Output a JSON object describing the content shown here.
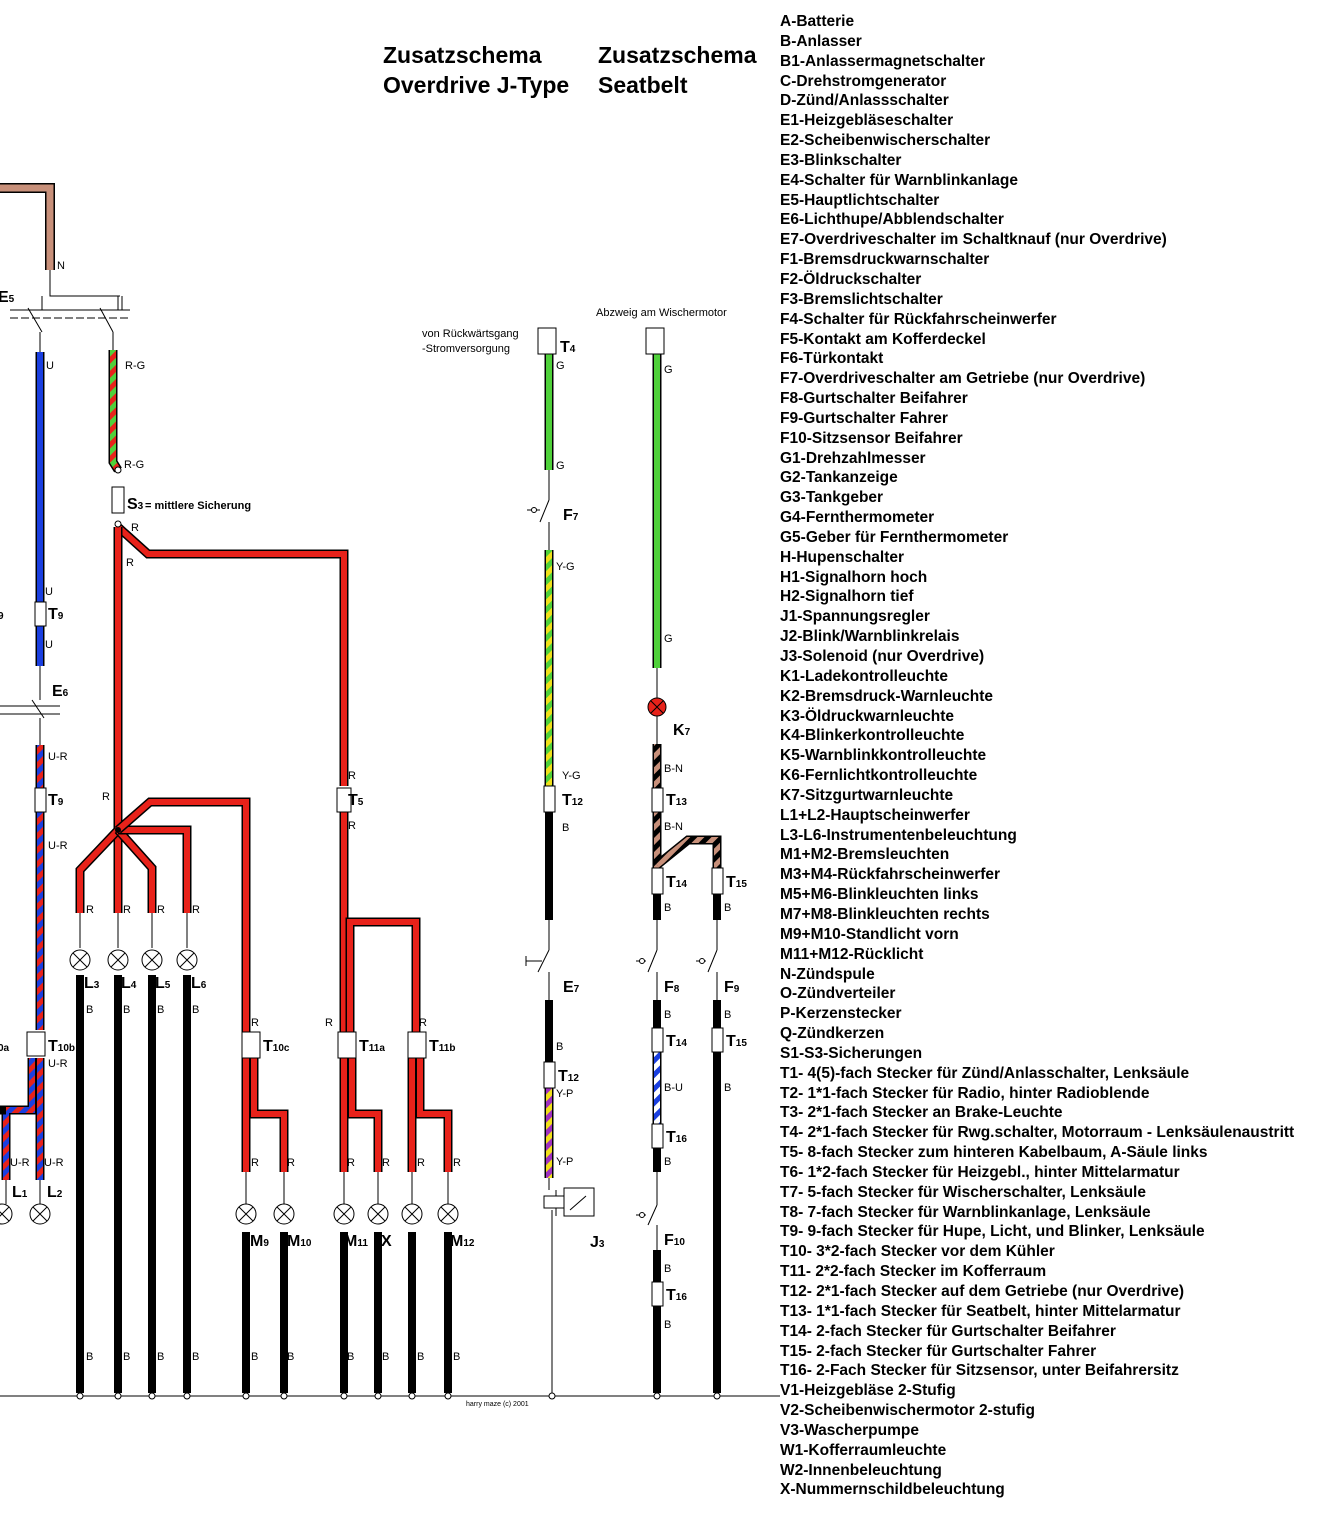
{
  "titles": {
    "overdrive_line1": "Zusatzschema",
    "overdrive_line2": "Overdrive J-Type",
    "seatbelt_line1": "Zusatzschema",
    "seatbelt_line2": "Seatbelt"
  },
  "notes": {
    "reverse_supply_line1": "von Rückwärtsgang",
    "reverse_supply_line2": "-Stromversorgung",
    "wiper_branch": "Abzweig am Wischermotor",
    "fuse_note": "= mittlere Sicherung",
    "credit": "harry maze (c) 2001"
  },
  "colors": {
    "brown": "#c8907a",
    "blue": "#1a3fe0",
    "red": "#e8221a",
    "green": "#4fd13a",
    "yellow": "#f0e01a",
    "purple": "#a030c0",
    "black": "#000000",
    "white": "#ffffff",
    "lamp_red": "#e8221a"
  },
  "components": {
    "E5": "E",
    "E5_sub": "5",
    "E6": "E",
    "E6_sub": "6",
    "E7": "E",
    "E7_sub": "7",
    "S3": "S",
    "S3_sub": "3",
    "T4": "T",
    "T4_sub": "4",
    "T5": "T",
    "T5_sub": "5",
    "T9a": "T",
    "T9a_sub": "9",
    "T9b": "T",
    "T9b_sub": "9",
    "T10a_sub": "0a",
    "T10b": "T",
    "T10b_sub": "10b",
    "T10c": "T",
    "T10c_sub": "10c",
    "T11a": "T",
    "T11a_sub": "11a",
    "T11b": "T",
    "T11b_sub": "11b",
    "T12a": "T",
    "T12a_sub": "12",
    "T12b": "T",
    "T12b_sub": "12",
    "T13": "T",
    "T13_sub": "13",
    "T14a": "T",
    "T14a_sub": "14",
    "T14b": "T",
    "T14b_sub": "14",
    "T15a": "T",
    "T15a_sub": "15",
    "T15b": "T",
    "T15b_sub": "15",
    "T16a": "T",
    "T16a_sub": "16",
    "T16b": "T",
    "T16b_sub": "16",
    "F7": "F",
    "F7_sub": "7",
    "F8": "F",
    "F8_sub": "8",
    "F9": "F",
    "F9_sub": "9",
    "F10": "F",
    "F10_sub": "10",
    "J3": "J",
    "J3_sub": "3",
    "K7": "K",
    "K7_sub": "7",
    "L1": "L",
    "L1_sub": "1",
    "L2": "L",
    "L2_sub": "2",
    "L3": "L",
    "L3_sub": "3",
    "L4": "L",
    "L4_sub": "4",
    "L5": "L",
    "L5_sub": "5",
    "L6": "L",
    "L6_sub": "6",
    "M9": "M",
    "M9_sub": "9",
    "M10": "M",
    "M10_sub": "10",
    "M11": "M",
    "M11_sub": "11",
    "M12": "M",
    "M12_sub": "12",
    "X": "X",
    "left_9": "9"
  },
  "wire_labels": {
    "N": "N",
    "U": "U",
    "RG": "R-G",
    "R": "R",
    "UR": "U-R",
    "G": "G",
    "YG": "Y-G",
    "B": "B",
    "BN": "B-N",
    "BU": "B-U",
    "YP": "Y-P"
  },
  "legend": [
    "A-Batterie",
    "B-Anlasser",
    "B1-Anlassermagnetschalter",
    "C-Drehstromgenerator",
    "D-Zünd/Anlassschalter",
    "E1-Heizgebläseschalter",
    "E2-Scheibenwischerschalter",
    "E3-Blinkschalter",
    "E4-Schalter für Warnblinkanlage",
    "E5-Hauptlichtschalter",
    "E6-Lichthupe/Abblendschalter",
    "E7-Overdriveschalter im Schaltknauf (nur Overdrive)",
    "F1-Bremsdruckwarnschalter",
    "F2-Öldruckschalter",
    "F3-Bremslichtschalter",
    "F4-Schalter für Rückfahrscheinwerfer",
    "F5-Kontakt am Kofferdeckel",
    "F6-Türkontakt",
    "F7-Overdriveschalter am Getriebe (nur Overdrive)",
    "F8-Gurtschalter Beifahrer",
    "F9-Gurtschalter Fahrer",
    "F10-Sitzsensor Beifahrer",
    "G1-Drehzahlmesser",
    "G2-Tankanzeige",
    "G3-Tankgeber",
    "G4-Fernthermometer",
    "G5-Geber für Fernthermometer",
    "H-Hupenschalter",
    "H1-Signalhorn hoch",
    "H2-Signalhorn tief",
    "J1-Spannungsregler",
    "J2-Blink/Warnblinkrelais",
    "J3-Solenoid (nur Overdrive)",
    "K1-Ladekontrolleuchte",
    "K2-Bremsdruck-Warnleuchte",
    "K3-Öldruckwarnleuchte",
    "K4-Blinkerkontrolleuchte",
    "K5-Warnblinkkontrolleuchte",
    "K6-Fernlichtkontrolleuchte",
    "K7-Sitzgurtwarnleuchte",
    "L1+L2-Hauptscheinwerfer",
    "L3-L6-Instrumentenbeleuchtung",
    "M1+M2-Bremsleuchten",
    "M3+M4-Rückfahrscheinwerfer",
    "M5+M6-Blinkleuchten links",
    "M7+M8-Blinkleuchten rechts",
    "M9+M10-Standlicht vorn",
    "M11+M12-Rücklicht",
    "N-Zündspule",
    "O-Zündverteiler",
    "P-Kerzenstecker",
    "Q-Zündkerzen",
    "S1-S3-Sicherungen",
    "T1- 4(5)-fach Stecker für Zünd/Anlasschalter, Lenksäule",
    "T2- 1*1-fach Stecker für Radio, hinter Radioblende",
    "T3- 2*1-fach Stecker an Brake-Leuchte",
    "T4- 2*1-fach Stecker für Rwg.schalter, Motorraum - Lenksäulenaustritt",
    "T5- 8-fach Stecker zum hinteren Kabelbaum, A-Säule links",
    "T6- 1*2-fach Stecker für Heizgebl., hinter Mittelarmatur",
    "T7- 5-fach Stecker für Wischerschalter, Lenksäule",
    "T8- 7-fach Stecker für Warnblinkanlage, Lenksäule",
    "T9- 9-fach Stecker für Hupe, Licht, und Blinker, Lenksäule",
    "T10- 3*2-fach Stecker vor dem Kühler",
    "T11- 2*2-fach Stecker im Kofferraum",
    "T12- 2*1-fach Stecker auf dem Getriebe (nur Overdrive)",
    "T13- 1*1-fach Stecker für Seatbelt, hinter Mittelarmatur",
    "T14- 2-fach Stecker für Gurtschalter Beifahrer",
    "T15- 2-fach Stecker für Gurtschalter Fahrer",
    "T16- 2-Fach Stecker für Sitzsensor, unter Beifahrersitz",
    "V1-Heizgebläse 2-Stufig",
    "V2-Scheibenwischermotor 2-stufig",
    "V3-Wascherpumpe",
    "W1-Kofferraumleuchte",
    "W2-Innenbeleuchtung",
    "X-Nummernschildbeleuchtung"
  ]
}
